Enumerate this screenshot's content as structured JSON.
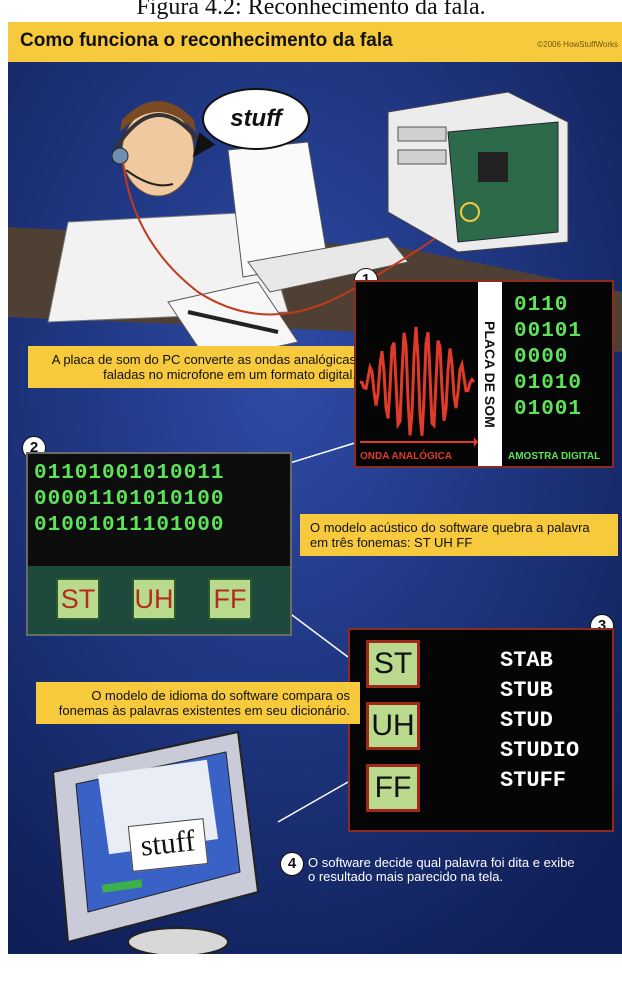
{
  "caption": "Figura 4.2: Reconhecimento da fala.",
  "header": {
    "title": "Como funciona o reconhecimento da fala",
    "copyright": "©2006 HowStuffWorks"
  },
  "speech_bubble": "stuff",
  "steps": [
    {
      "number": "1",
      "text": "A placa de som do PC converte as ondas analógicas faladas no microfone em um formato digital."
    },
    {
      "number": "2",
      "text": "O modelo acústico do software quebra a palavra em três fonemas: ST UH FF"
    },
    {
      "number": "3",
      "text": "O modelo de idioma do software compara os fonemas às palavras existentes em seu dicionário."
    },
    {
      "number": "4",
      "text": "O software decide qual palavra foi dita e exibe o resultado mais parecido na tela."
    }
  ],
  "soundcard_panel": {
    "card_label": "PLACA DE SOM",
    "left_label": "ONDA ANALÓGICA",
    "right_label": "AMOSTRA DIGITAL",
    "digital_rows": [
      "0110",
      "00101",
      "0000",
      "01010",
      "01001"
    ]
  },
  "acoustic_panel": {
    "binary_rows": [
      "01101001010011",
      "00001101010100",
      "01001011101000"
    ],
    "phonemes": [
      "ST",
      "UH",
      "FF"
    ]
  },
  "language_panel": {
    "phonemes": [
      "ST",
      "UH",
      "FF"
    ],
    "candidates": [
      "STAB",
      "STUB",
      "STUD",
      "STUDIO",
      "STUFF"
    ]
  },
  "monitor_word": "stuff",
  "colors": {
    "background": "#14296e",
    "banner": "#f7c93c",
    "wave": "#e03a2a",
    "digital": "#5ee25a"
  }
}
